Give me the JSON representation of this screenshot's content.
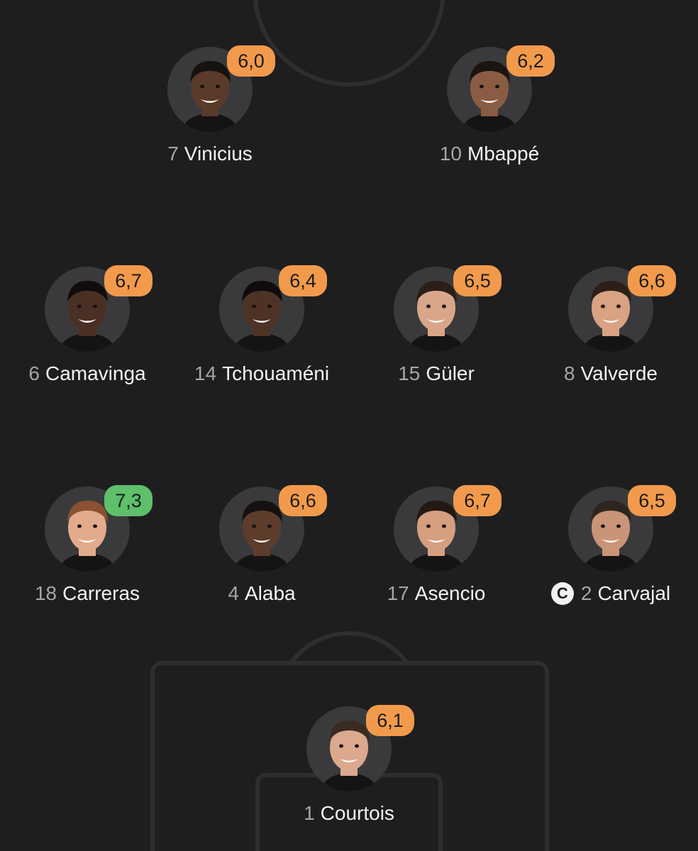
{
  "colors": {
    "background": "#1e1e1f",
    "rating_orange": "#f29a4c",
    "rating_green": "#5ec06a",
    "name_text": "#f2f2f2",
    "number_text": "#a6a6a8"
  },
  "captain_icon": {
    "icon": "captain-c-icon",
    "glyph": "C"
  },
  "players": [
    {
      "number": "7",
      "name": "Vinicius",
      "rating": "6,0",
      "rating_color": "orange",
      "captain": false,
      "skin": "#5a3a2a",
      "hair": "#161210"
    },
    {
      "number": "10",
      "name": "Mbappé",
      "rating": "6,2",
      "rating_color": "orange",
      "captain": false,
      "skin": "#8a5c43",
      "hair": "#1a1412"
    },
    {
      "number": "6",
      "name": "Camavinga",
      "rating": "6,7",
      "rating_color": "orange",
      "captain": false,
      "skin": "#4a3024",
      "hair": "#0f0c0b"
    },
    {
      "number": "14",
      "name": "Tchouaméni",
      "rating": "6,4",
      "rating_color": "orange",
      "captain": false,
      "skin": "#4d3225",
      "hair": "#0f0c0b"
    },
    {
      "number": "15",
      "name": "Güler",
      "rating": "6,5",
      "rating_color": "orange",
      "captain": false,
      "skin": "#d9a68a",
      "hair": "#2a1e17"
    },
    {
      "number": "8",
      "name": "Valverde",
      "rating": "6,6",
      "rating_color": "orange",
      "captain": false,
      "skin": "#d8a283",
      "hair": "#2b1f18"
    },
    {
      "number": "18",
      "name": "Carreras",
      "rating": "7,3",
      "rating_color": "green",
      "captain": false,
      "skin": "#e2ab8c",
      "hair": "#8a5232"
    },
    {
      "number": "4",
      "name": "Alaba",
      "rating": "6,6",
      "rating_color": "orange",
      "captain": false,
      "skin": "#5e3c2c",
      "hair": "#151110"
    },
    {
      "number": "17",
      "name": "Asencio",
      "rating": "6,7",
      "rating_color": "orange",
      "captain": false,
      "skin": "#d59f80",
      "hair": "#221913"
    },
    {
      "number": "2",
      "name": "Carvajal",
      "rating": "6,5",
      "rating_color": "orange",
      "captain": true,
      "skin": "#c99478",
      "hair": "#2e2520"
    },
    {
      "number": "1",
      "name": "Courtois",
      "rating": "6,1",
      "rating_color": "orange",
      "captain": false,
      "skin": "#dba98e",
      "hair": "#3a2b22"
    }
  ]
}
